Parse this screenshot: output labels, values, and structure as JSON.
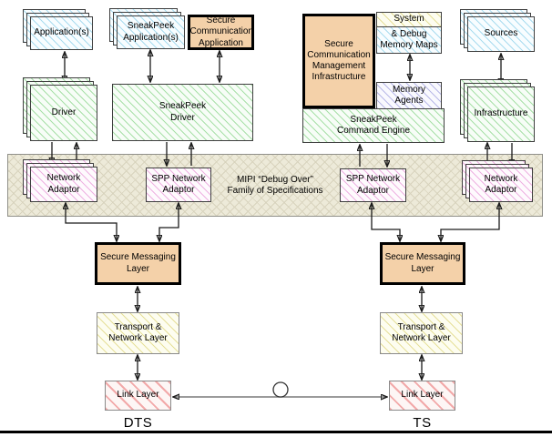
{
  "colors": {
    "orange": "#f4d1a9",
    "band_bg": "#edead9",
    "band_lattice": "#d8d3bd",
    "hatch_blue": "#a9dcef",
    "hatch_green": "#a8e0a8",
    "hatch_pink": "#eeb2e2",
    "hatch_lavender": "#b9b9e8",
    "hatch_yellow": "#e6e09a",
    "hatch_red": "#f2a9a9"
  },
  "band": {
    "line1": "MIPI “Debug Over”",
    "line2": "Family of Specifications"
  },
  "nodes": {
    "applications": "Application(s)",
    "sneakpeek_applications": "SneakPeek Application(s)",
    "secure_communication_application": "Secure Communication Application",
    "driver": "Driver",
    "sneakpeek_driver": "SneakPeek Driver",
    "network_adaptor_left": "Network Adaptor",
    "spp_network_adaptor_left": "SPP Network Adaptor",
    "spp_network_adaptor_right": "SPP Network Adaptor",
    "network_adaptor_right": "Network Adaptor",
    "secure_communication_management_infrastructure": "Secure Communication Management Infrastructure",
    "system": "System",
    "debug_memory_maps": "& Debug Memory Maps",
    "memory_agents": "Memory Agents",
    "sneakpeek_command_engine": "SneakPeek Command Engine",
    "sources": "Sources",
    "infrastructure": "Infrastructure",
    "secure_messaging_layer_left": "Secure Messaging Layer",
    "secure_messaging_layer_right": "Secure Messaging Layer",
    "transport_network_layer_left": "Transport & Network Layer",
    "transport_network_layer_right": "Transport & Network Layer",
    "link_layer_left": "Link Layer",
    "link_layer_right": "Link Layer"
  },
  "footer": {
    "dts": "DTS",
    "ts": "TS"
  }
}
